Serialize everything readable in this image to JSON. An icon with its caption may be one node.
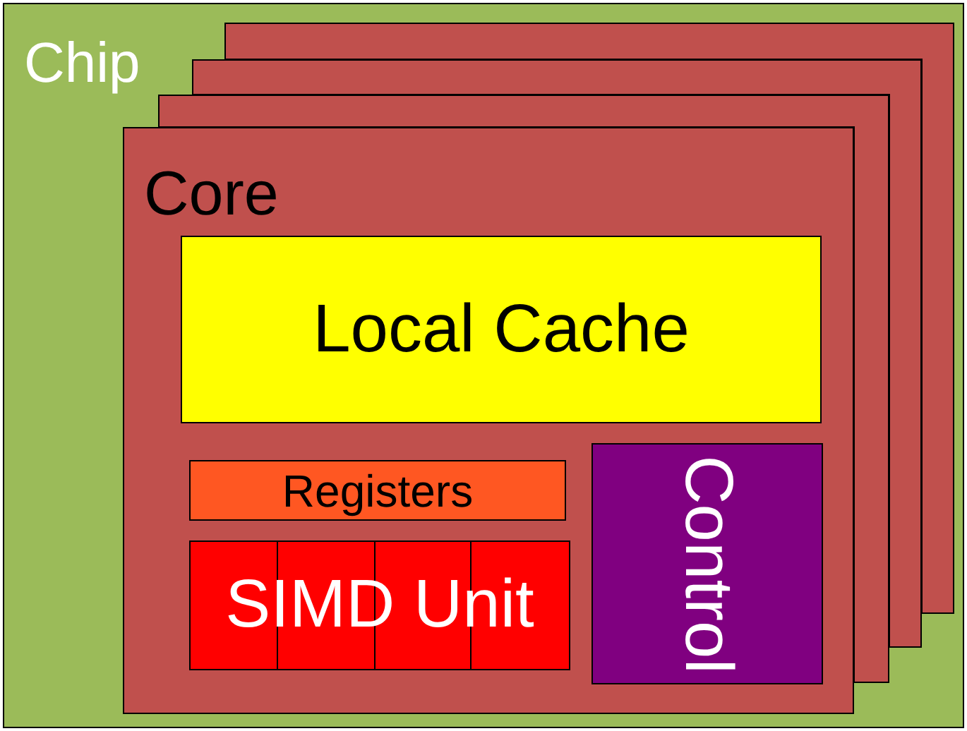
{
  "diagram": {
    "nodes": [
      {
        "text": [
          "Chip"
        ]
      },
      {
        "text": [],
        "shape": "box",
        "in": 0
      },
      {
        "text": [],
        "shape": "box",
        "in": 0
      },
      {
        "text": [],
        "shape": "box",
        "in": 0
      },
      {
        "text": [
          "Core"
        ],
        "in": 0
      },
      {
        "text": [
          "Local Cache"
        ],
        "in": 4
      },
      {
        "text": [
          "Registers"
        ],
        "in": 4
      },
      {
        "text": [
          "SIMD Unit"
        ],
        "in": 4
      },
      {
        "text": [
          "Control"
        ],
        "in": 4
      }
    ],
    "edges": []
  }
}
